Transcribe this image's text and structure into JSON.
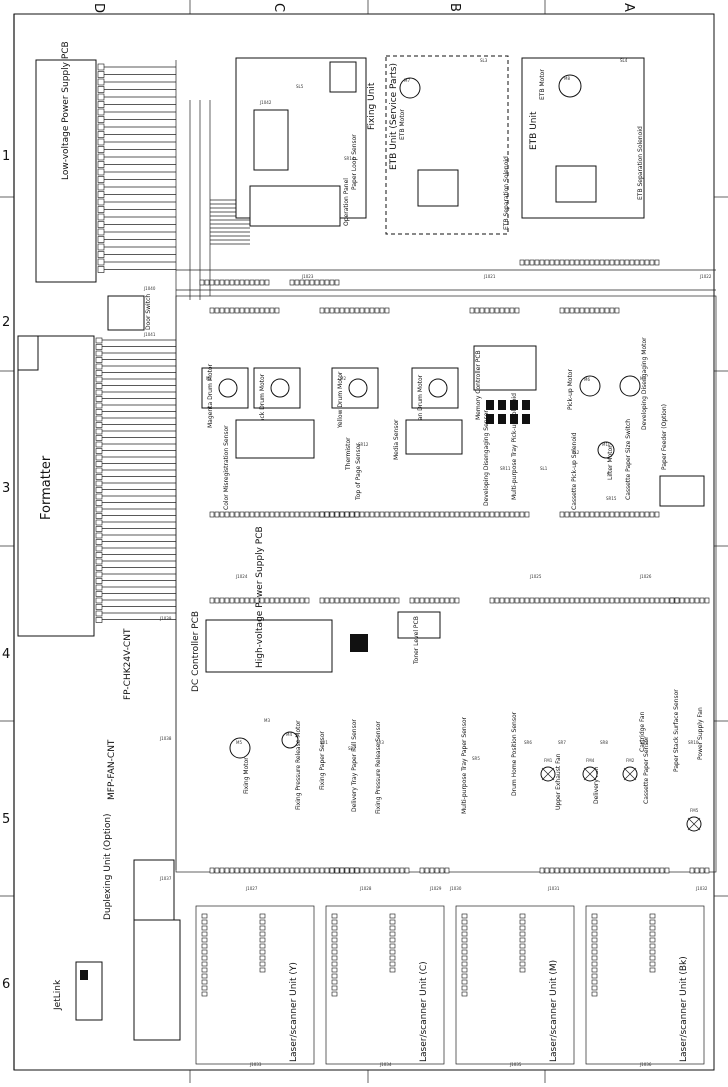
{
  "zones": {
    "numbers": [
      "1",
      "2",
      "3",
      "4",
      "5",
      "6"
    ],
    "letters": [
      "D",
      "C",
      "B",
      "A"
    ]
  },
  "boards": {
    "formatter": "Formatter",
    "lvps": "Low-voltage Power Supply PCB",
    "dc_controller": "DC Controller PCB",
    "hvps": "High-voltage Power Supply PCB",
    "duplex": "Duplexing Unit (Option)",
    "jetlink": "JetLink",
    "paper_feeder": "Paper Feeder (Option)",
    "operation_panel": "Operation Panel",
    "memory_controller": "Memory Controller PCB",
    "toner_level": "Toner Level PCB"
  },
  "units": {
    "fixing": "Fixing Unit",
    "etb_service": "ETB Unit (Service Parts)",
    "etb": "ETB Unit",
    "etb_motor": "ETB Motor",
    "etb_motor_a": "ETB Motor",
    "etb_sep_sol": "ETB Separation Solenoid",
    "etb_sep_sol_a": "ETB Separation Solenoid",
    "paper_loop": "Paper Loop Sensor",
    "media_sensor": "Media Sensor"
  },
  "drum_motors": [
    "Magenta Drum Motor",
    "Black Drum Motor",
    "Yellow Drum Motor",
    "Cyan Drum Motor"
  ],
  "lower_units": {
    "fixing_motor": "Fixing Motor",
    "fix_press_rel_motor": "Fixing Pressure Release Motor",
    "fixing_paper_sensor": "Fixing Paper Sensor",
    "delivery_tray_full": "Delivery Tray Paper Full Sensor",
    "fix_press_rel_sensor": "Fixing Pressure Release Sensor",
    "mp_tray_sensor": "Multi-purpose Tray Paper Sensor",
    "drum_home_sensor": "Drum Home Position Sensor",
    "cassette_paper_sensor": "Cassette Paper Sensor",
    "paper_stack_sensor": "Paper Stack Surface Sensor",
    "upper_exhaust_fan": "Upper Exhaust Fan",
    "delivery_fan": "Delivery Fan",
    "cartridge_fan": "Cartridge Fan",
    "power_supply_fan": "Power Supply Fan",
    "mfp_cnt": "MFP-FAN-CNT",
    "fp_cnt": "FP-CHK24V-CNT"
  },
  "scanners": [
    "Laser/scanner Unit (Y)",
    "Laser/scanner Unit (C)",
    "Laser/scanner Unit (M)",
    "Laser/scanner Unit (Bk)"
  ],
  "mid": {
    "color_misreg": "Color Misregistration Sensor",
    "top_of_page": "Top of Page Sensor",
    "thermistor": "Thermistor",
    "dev_disengage_sensor": "Developing Disengaging Sensor",
    "mp_pickup_sol": "Multi-purpose Tray Pick-up Solenoid",
    "pickup_motor": "Pick-up Motor",
    "dev_disengage_motor": "Developing Disengaging Motor",
    "cassette_pickup_sol": "Cassette Pick-up Solenoid",
    "lifter_motor": "Lifter Motor",
    "cassette_size_switch": "Cassette Paper Size Switch",
    "door_switch": "Door Switch"
  },
  "codes": {
    "j": [
      "J1021",
      "J1022",
      "J1023",
      "J1024",
      "J1025",
      "J1026",
      "J1027",
      "J1028",
      "J1029",
      "J1030",
      "J1031",
      "J1032",
      "J1033",
      "J1034",
      "J1035",
      "J1036",
      "J1037",
      "J1038",
      "J1039",
      "J1040",
      "J1041",
      "J1042"
    ],
    "motors": [
      "M7",
      "M8",
      "M9",
      "M3",
      "M4",
      "M5",
      "M6",
      "M1",
      "M2",
      "M10"
    ],
    "sensors": [
      "SR1",
      "SR2",
      "SR3",
      "SR5",
      "SR6",
      "SR7",
      "SR8",
      "SR9",
      "SR10",
      "SR11",
      "SR12",
      "SR14",
      "SR15"
    ],
    "sols": [
      "SL1",
      "SL2",
      "SL3",
      "SL4",
      "SL5"
    ],
    "fans": [
      "FM1",
      "FM2",
      "FM4",
      "FM5"
    ]
  }
}
